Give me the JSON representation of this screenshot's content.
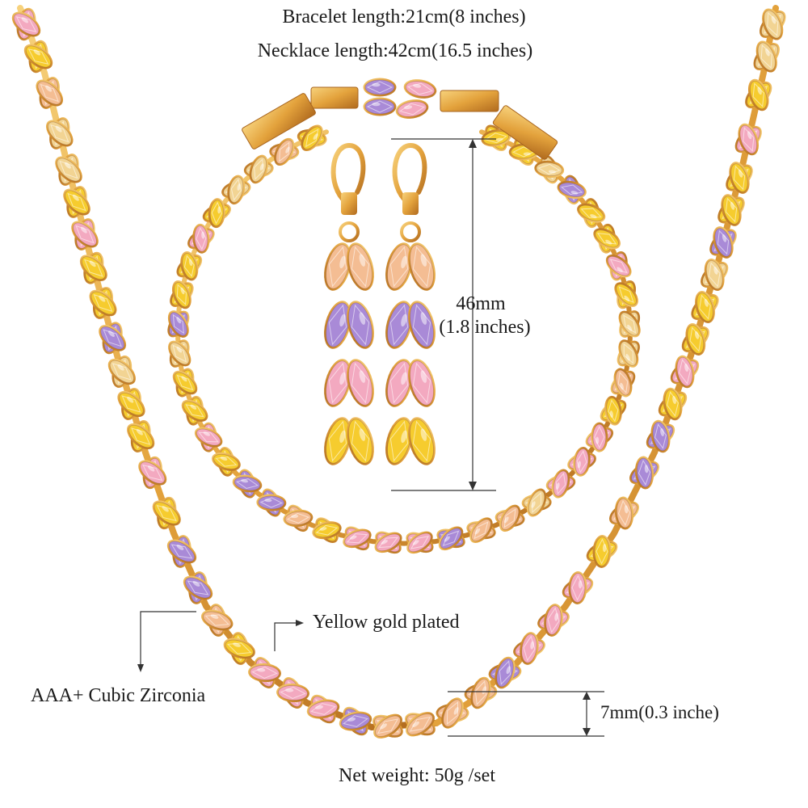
{
  "specs": {
    "bracelet_length": "Bracelet length:21cm(8 inches)",
    "necklace_length": "Necklace length:42cm(16.5 inches)",
    "net_weight": "Net weight: 50g /set"
  },
  "dimensions": {
    "earring_length_mm": "46mm",
    "earring_length_in": "(1.8 inches)",
    "link_width": "7mm(0.3 inche)"
  },
  "callouts": {
    "plating": "Yellow gold plated",
    "stone": "AAA+ Cubic Zirconia"
  },
  "colors": {
    "background": "#ffffff",
    "gold": "#e3a23c",
    "gold_dark": "#b06a1e",
    "stone_pink": "#f3a9c0",
    "stone_yellow": "#f6cc2e",
    "stone_purple": "#a98ad7",
    "stone_peach": "#f4bd93",
    "stone_champagne": "#f2d493",
    "line": "#333333"
  }
}
